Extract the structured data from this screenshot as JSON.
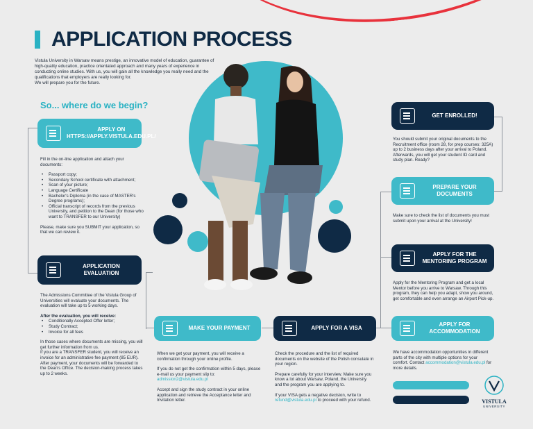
{
  "header": {
    "title": "APPLICATION PROCESS",
    "intro": "Vistula University in Warsaw means prestige, an innovative model of education, guarantee of high-quality education, practice orientated approach and many years of experience in conducting online studies. With us, you will gain all the knowledge you really need and the qualifications that employers are really looking for.",
    "intro2": "We will prepare you for the future.",
    "subtitle": "So... where do we begin?"
  },
  "steps": {
    "apply": {
      "label1": "APPLY ON",
      "label2": "https://apply.vistula.edu.pl/",
      "p1": "Fill in the on-line application and attach your documents:",
      "items": [
        "Passport copy;",
        "Secondary School certificate with attachment;",
        "Scan of your picture;",
        "Language Certificate",
        "Bachelor's Diploma (in the case of MASTER's Degree programs);",
        "Official transcript of records from the previous University, and petition to the Dean (for those who want to TRANSFER to our University)"
      ],
      "p2": "Please, make sure you SUBMIT your application, so that we can review it."
    },
    "evaluation": {
      "label": "APPLICATION EVALUATION",
      "p1": "The Admissions Committee of the Vistula Group of Universities will evaluate your documents. The evaluation will take up to 5 working days.",
      "bold": "After the evaluation, you will receive:",
      "items": [
        "Conditionally Accepted Offer letter;",
        "Study Contract;",
        "Invoice for all fees"
      ],
      "p2": "In those cases where documents are missing, you will get further information from us.",
      "p3": "If you are a TRANSFER student, you will receive an invoice for an administrative fee payment (85 EUR). After payment, your documents will be forwarded to the Dean's Office. The decision-making process takes up to 2 weeks."
    },
    "payment": {
      "label": "MAKE YOUR PAYMENT",
      "p1": "When we get your payment, you will receive a confirmation through your online profile.",
      "p2": "If you do not get the confirmation within 5 days, please e-mail us your payment slip to:",
      "email": "admission2@vistula.edu.pl",
      "p3": "Accept and sign the study contract in your online application and retrieve the Acceptance letter and Invitation letter."
    },
    "visa": {
      "label": "APPLY FOR A VISA",
      "p1": "Check the procedure and the list of required documents on the website of the Polish consulate in your region.",
      "p2": "Prepare carefully for your interview. Make sure you know a lot about Warsaw, Poland, the University and the program you are applying to.",
      "p3": "If your VISA gets a negative decision, write to",
      "email": "refund@vistula.edu.pl",
      "p3b": "to proceed with your refund."
    },
    "accommodation": {
      "label": "APPLY FOR ACCOMMODATION",
      "p1": "We have accommodation opportunities in different parts of the city with multiple options for your comfort. Contact",
      "email": "accommodation@vistula.edu.pl",
      "p1b": "for more details."
    },
    "mentoring": {
      "label": "APPLY FOR THE MENTORING PROGRAM",
      "p1": "Apply for the Mentoring Program and get a local Mentor before you arrive to Warsaw. Through this program, they can help you adapt, show you around, get comfortable and even arrange an Airport Pick-up."
    },
    "documents": {
      "label": "PREPARE YOUR DOCUMENTS",
      "p1": "Make sure to check the list of documents you must submit upon your arrival at the University!"
    },
    "enrolled": {
      "label": "GET ENROLLED!",
      "p1": "You should submit your original documents to the Recruitment office (room 28, for prep courses: 325A) up to 2 business days after your arrival to Poland. Afterwards, you will get your student ID card and study plan. Ready?"
    }
  },
  "logo": {
    "name": "VISTULA",
    "sub": "UNIVERSITY"
  },
  "colors": {
    "teal": "#3fbac9",
    "navy": "#0f2a45",
    "red": "#e8323c",
    "background": "#ececec"
  }
}
